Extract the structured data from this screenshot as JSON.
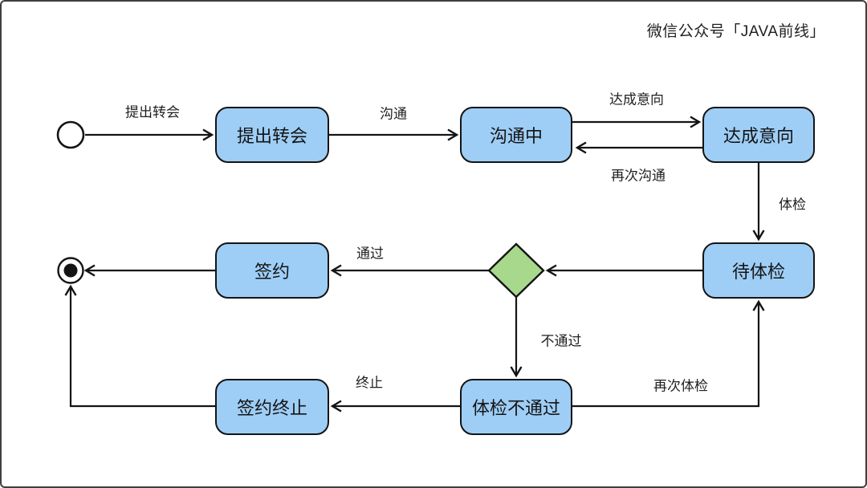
{
  "header": {
    "watermark": "微信公众号「JAVA前线」"
  },
  "diagram": {
    "type": "uml-state-diagram",
    "colors": {
      "state_fill": "#9ECEF6",
      "decision_fill": "#A8D88C",
      "shape_border": "#141414",
      "frame_border": "#3f3f3f",
      "text": "#1f1f1f"
    },
    "nodes": [
      {
        "id": "start",
        "type": "initial-state"
      },
      {
        "id": "propose",
        "type": "state",
        "label": "提出转会"
      },
      {
        "id": "communicating",
        "type": "state",
        "label": "沟通中"
      },
      {
        "id": "intention",
        "type": "state",
        "label": "达成意向"
      },
      {
        "id": "pending-exam",
        "type": "state",
        "label": "待体检"
      },
      {
        "id": "exam-decision",
        "type": "decision"
      },
      {
        "id": "sign",
        "type": "state",
        "label": "签约"
      },
      {
        "id": "exam-failed",
        "type": "state",
        "label": "体检不通过"
      },
      {
        "id": "terminated",
        "type": "state",
        "label": "签约终止"
      },
      {
        "id": "end",
        "type": "final-state"
      }
    ],
    "edges": [
      {
        "from": "start",
        "to": "propose",
        "label": "提出转会"
      },
      {
        "from": "propose",
        "to": "communicating",
        "label": "沟通"
      },
      {
        "from": "communicating",
        "to": "intention",
        "label": "达成意向"
      },
      {
        "from": "intention",
        "to": "communicating",
        "label": "再次沟通"
      },
      {
        "from": "intention",
        "to": "pending-exam",
        "label": "体检"
      },
      {
        "from": "pending-exam",
        "to": "exam-decision",
        "label": ""
      },
      {
        "from": "exam-decision",
        "to": "sign",
        "label": "通过"
      },
      {
        "from": "sign",
        "to": "end",
        "label": ""
      },
      {
        "from": "exam-decision",
        "to": "exam-failed",
        "label": "不通过"
      },
      {
        "from": "exam-failed",
        "to": "pending-exam",
        "label": "再次体检"
      },
      {
        "from": "exam-failed",
        "to": "terminated",
        "label": "终止"
      },
      {
        "from": "terminated",
        "to": "end",
        "label": ""
      }
    ]
  }
}
